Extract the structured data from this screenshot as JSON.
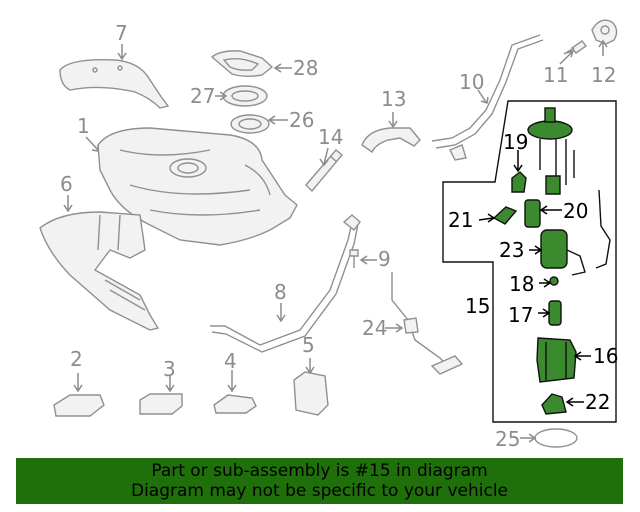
{
  "callouts": [
    {
      "id": "1",
      "text": "1",
      "style": "grey"
    },
    {
      "id": "2",
      "text": "2",
      "style": "grey"
    },
    {
      "id": "3",
      "text": "3",
      "style": "grey"
    },
    {
      "id": "4",
      "text": "4",
      "style": "grey"
    },
    {
      "id": "5",
      "text": "5",
      "style": "grey"
    },
    {
      "id": "6",
      "text": "6",
      "style": "grey"
    },
    {
      "id": "7",
      "text": "7",
      "style": "grey"
    },
    {
      "id": "8",
      "text": "8",
      "style": "grey"
    },
    {
      "id": "9",
      "text": "9",
      "style": "grey"
    },
    {
      "id": "10",
      "text": "10",
      "style": "grey"
    },
    {
      "id": "11",
      "text": "11",
      "style": "grey"
    },
    {
      "id": "12",
      "text": "12",
      "style": "grey"
    },
    {
      "id": "13",
      "text": "13",
      "style": "grey"
    },
    {
      "id": "14",
      "text": "14",
      "style": "grey"
    },
    {
      "id": "15",
      "text": "15",
      "style": "black"
    },
    {
      "id": "16",
      "text": "16",
      "style": "black"
    },
    {
      "id": "17",
      "text": "17",
      "style": "black"
    },
    {
      "id": "18",
      "text": "18",
      "style": "black"
    },
    {
      "id": "19",
      "text": "19",
      "style": "black"
    },
    {
      "id": "20",
      "text": "20",
      "style": "black"
    },
    {
      "id": "21",
      "text": "21",
      "style": "black"
    },
    {
      "id": "22",
      "text": "22",
      "style": "black"
    },
    {
      "id": "23",
      "text": "23",
      "style": "black"
    },
    {
      "id": "24",
      "text": "24",
      "style": "grey"
    },
    {
      "id": "25",
      "text": "25",
      "style": "grey"
    },
    {
      "id": "26",
      "text": "26",
      "style": "grey"
    },
    {
      "id": "27",
      "text": "27",
      "style": "grey"
    },
    {
      "id": "28",
      "text": "28",
      "style": "grey"
    }
  ],
  "banner": {
    "line1": "Part or sub-assembly is #15 in diagram",
    "line2": "Diagram may not be specific to your vehicle"
  },
  "colors": {
    "highlight": "#3c8a2e",
    "banner": "#1f6f0a",
    "grey_part": "#909090"
  }
}
